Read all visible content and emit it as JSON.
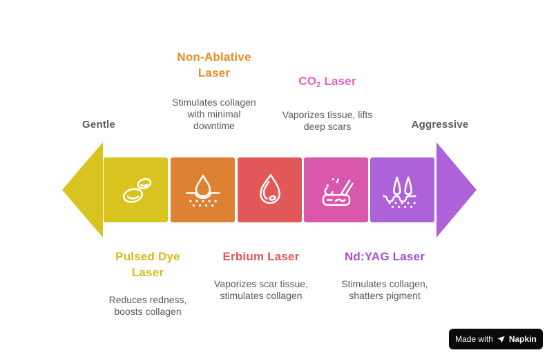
{
  "colors": {
    "yellow": "#d9c31f",
    "orange": "#dd8133",
    "red": "#e25757",
    "pink": "#d957ac",
    "purple": "#ad62da",
    "title_orange": "#e78c28",
    "title_pink": "#e85fc0",
    "title_yellow": "#d3bd17",
    "title_red": "#e25757",
    "title_purple": "#a44fd4",
    "muted_text": "#595959",
    "icon_stroke": "#ffffff",
    "badge_bg": "#0a0a0a",
    "badge_text": "#ffffff"
  },
  "scale": {
    "left_label": "Gentle",
    "right_label": "Aggressive"
  },
  "annotations_top": [
    {
      "title": "Non-Ablative Laser",
      "description": "Stimulates collagen with minimal downtime"
    },
    {
      "title_main": "CO",
      "title_sub": "2",
      "title_rest": " Laser",
      "description": "Vaporizes tissue, lifts deep scars"
    }
  ],
  "annotations_bottom": [
    {
      "title": "Pulsed Dye Laser",
      "description": "Reduces redness, boosts collagen"
    },
    {
      "title": "Erbium Laser",
      "description": "Vaporizes scar tissue, stimulates collagen"
    },
    {
      "title": "Nd:YAG Laser",
      "description": "Stimulates collagen, shatters pigment"
    }
  ],
  "segments": [
    {
      "name": "Pulsed Dye Laser",
      "icon": "blood-cells-icon",
      "color": "#d9c31f"
    },
    {
      "name": "Non-Ablative Laser",
      "icon": "droplet-skin-icon",
      "color": "#dd8133"
    },
    {
      "name": "Erbium Laser",
      "icon": "flame-icon",
      "color": "#e25757"
    },
    {
      "name": "CO2 Laser",
      "icon": "laser-pen-icon",
      "color": "#d957ac"
    },
    {
      "name": "Nd:YAG Laser",
      "icon": "hair-follicle-icon",
      "color": "#ad62da"
    }
  ],
  "badge": {
    "made_with": "Made with",
    "brand": "Napkin"
  }
}
